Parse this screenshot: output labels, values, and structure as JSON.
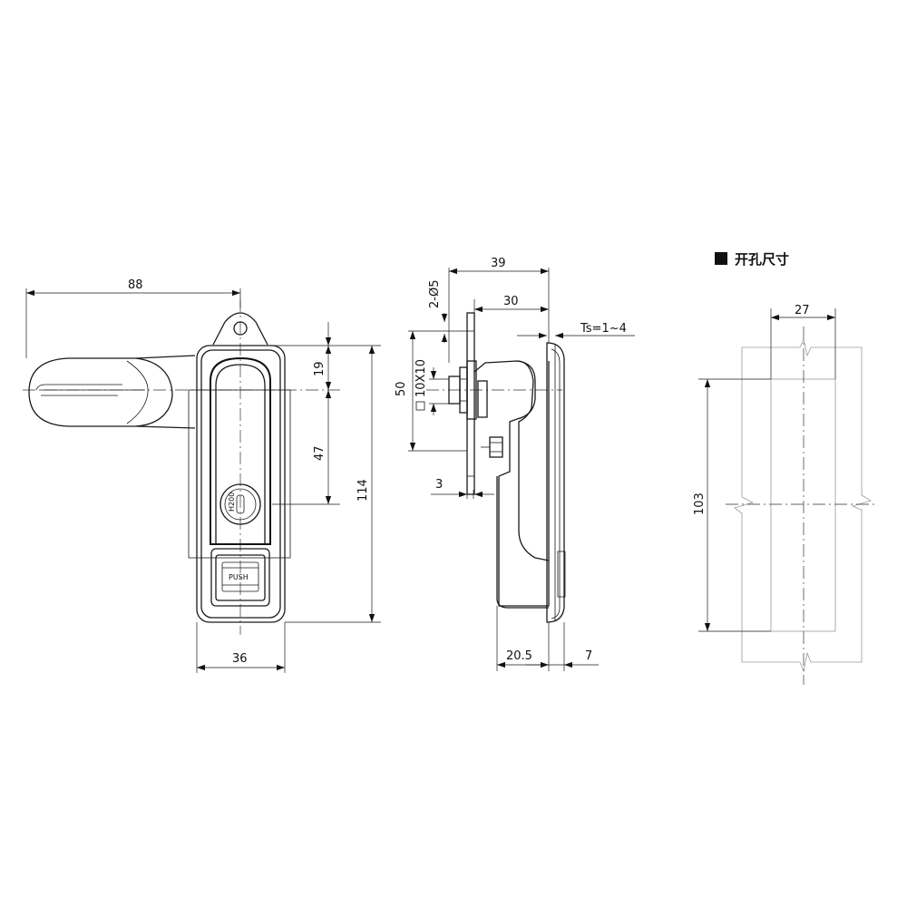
{
  "front_view": {
    "dims": {
      "width_total": "88",
      "top_to_hole": "19",
      "hole_to_lock": "47",
      "height_total": "114",
      "body_width": "36"
    },
    "lock_label": "H200",
    "push_label": "PUSH"
  },
  "side_view": {
    "dims": {
      "depth_total": "39",
      "depth_body": "30",
      "holes": "2-Ø5",
      "bracket_height": "50",
      "square_shaft": "10X10",
      "plate": "3",
      "panel_thickness": "Ts=1~4",
      "offset_a": "20.5",
      "offset_b": "7"
    }
  },
  "cutout": {
    "title": "开孔尺寸",
    "dims": {
      "width": "27",
      "height": "103"
    }
  },
  "colors": {
    "line": "#1a1a1a",
    "background": "#ffffff",
    "hidden_line": "#9a9a9a"
  }
}
